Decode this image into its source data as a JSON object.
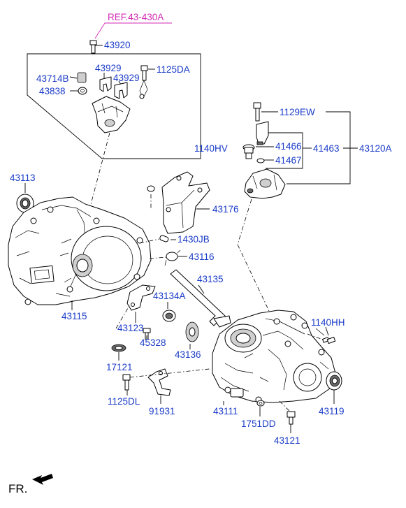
{
  "reference": "REF.43-430A",
  "orientation": "FR.",
  "parts": {
    "p43920": "43920",
    "p43929a": "43929",
    "p43929b": "43929",
    "p1125DA": "1125DA",
    "p43714B": "43714B",
    "p43838": "43838",
    "p1129EW": "1129EW",
    "p1140HV": "1140HV",
    "p41466": "41466",
    "p41463": "41463",
    "p43120A": "43120A",
    "p41467": "41467",
    "p43113": "43113",
    "p43176": "43176",
    "p1430JB": "1430JB",
    "p43116": "43116",
    "p43135": "43135",
    "p43134A": "43134A",
    "p43115": "43115",
    "p43123": "43123",
    "p45328": "45328",
    "p43136": "43136",
    "p1140HH": "1140HH",
    "p17121": "17121",
    "p1125DL": "1125DL",
    "p91931": "91931",
    "p43111": "43111",
    "p1751DD": "1751DD",
    "p43119": "43119",
    "p43121": "43121"
  },
  "colors": {
    "label": "#1a3cc8",
    "reference": "#d12ab4",
    "line": "#000000"
  }
}
